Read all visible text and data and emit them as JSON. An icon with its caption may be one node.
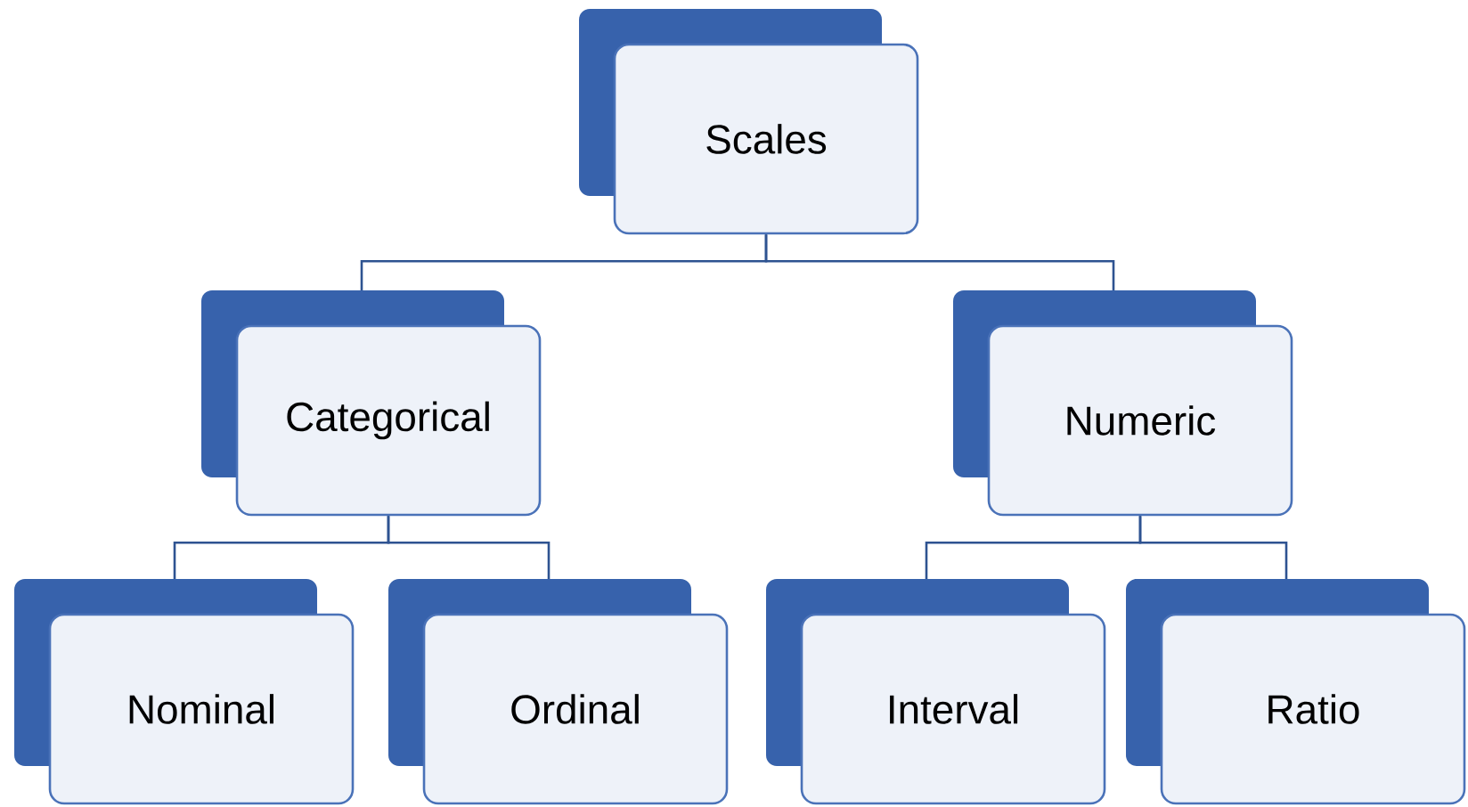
{
  "diagram": {
    "nodes": [
      {
        "text": [
          "Scales"
        ]
      },
      {
        "text": [
          "Categorical"
        ]
      },
      {
        "text": [
          "Numeric"
        ]
      },
      {
        "text": [
          "Nominal"
        ]
      },
      {
        "text": [
          "Ordinal"
        ]
      },
      {
        "text": [
          "Interval"
        ]
      },
      {
        "text": [
          "Ratio"
        ]
      }
    ],
    "edges": [
      {
        "from": 0,
        "to": 1,
        "arrow": "none"
      },
      {
        "from": 0,
        "to": 2,
        "arrow": "none"
      },
      {
        "from": 1,
        "to": 3,
        "arrow": "none"
      },
      {
        "from": 1,
        "to": 4,
        "arrow": "none"
      },
      {
        "from": 2,
        "to": 5,
        "arrow": "none"
      },
      {
        "from": 2,
        "to": 6,
        "arrow": "none"
      }
    ]
  }
}
